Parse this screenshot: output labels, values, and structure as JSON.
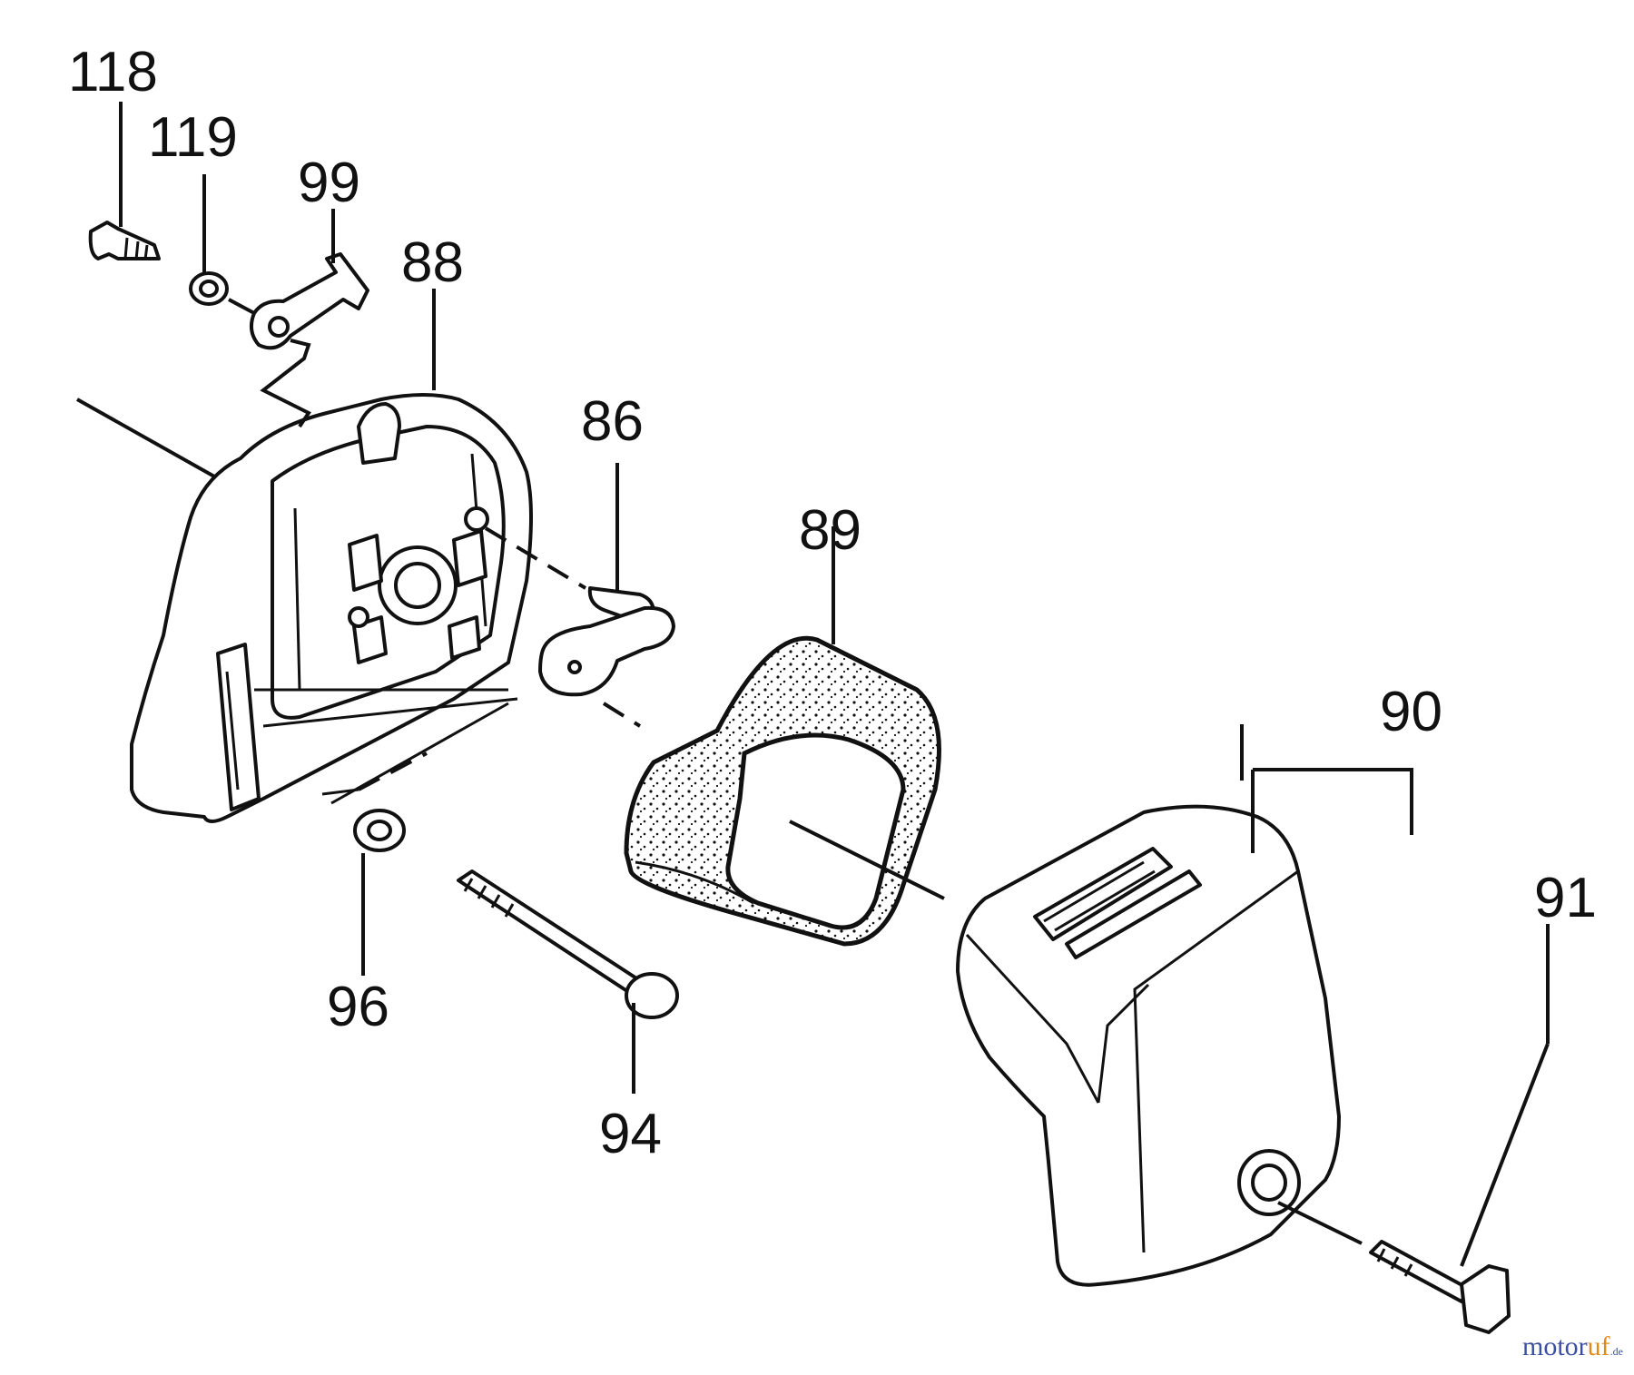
{
  "diagram": {
    "callouts": {
      "c118": "118",
      "c119": "119",
      "c99": "99",
      "c88": "88",
      "c86": "86",
      "c89": "89",
      "c90": "90",
      "c91": "91",
      "c96": "96",
      "c94": "94"
    }
  },
  "watermark": {
    "brand_main": "motor",
    "brand_accent": "uf",
    "brand_suffix": ".de"
  }
}
